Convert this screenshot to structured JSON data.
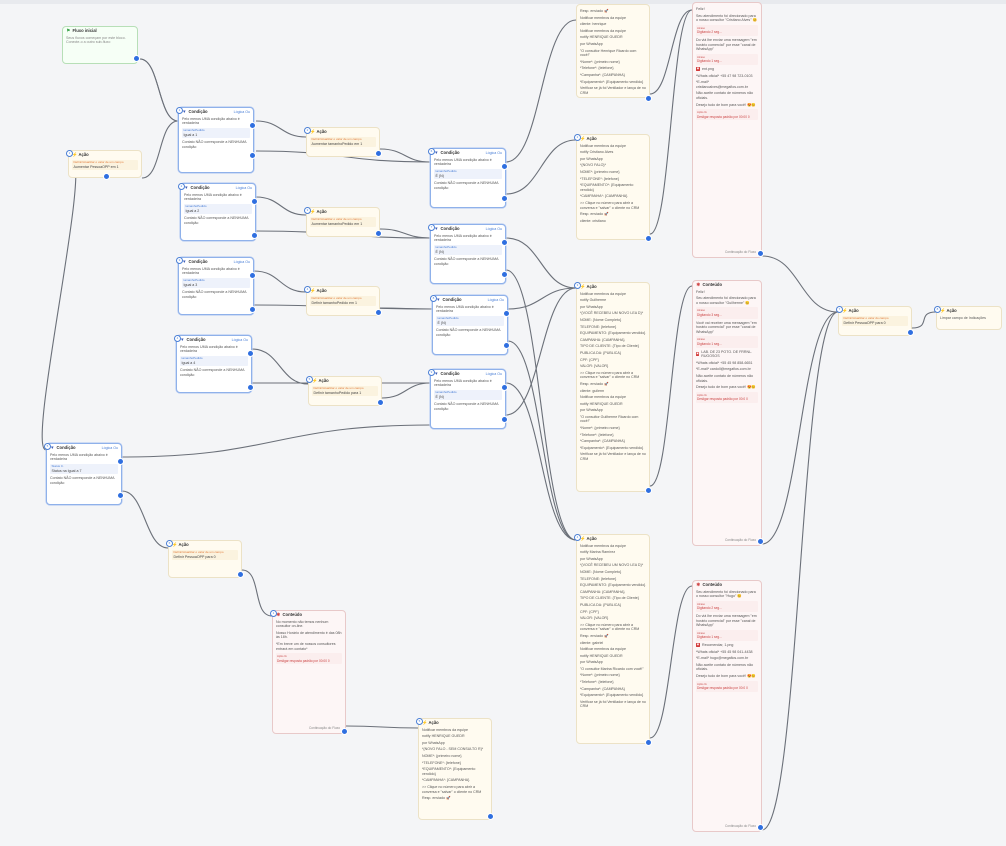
{
  "start": {
    "title": "Fluxo inicial",
    "desc": "Seus fluxos começam por este bloco. Conecte-o a outro sub-fluxo"
  },
  "conditions": [
    {
      "num": "1",
      "title": "Condição",
      "logic": "Lógica Ou",
      "line": "Pelo menos UMA condição abaixo é verdadeira",
      "key": "tamanhoPedido",
      "val": "Igual a 1",
      "no": "Contato NÃO corresponde a NENHUMA condição"
    },
    {
      "num": "2",
      "title": "Condição",
      "logic": "Lógica Ou",
      "line": "Pelo menos UMA condição abaixo é verdadeira",
      "key": "tamanhoPedido",
      "val": "Igual a 2",
      "no": "Contato NÃO corresponde a NENHUMA condição"
    },
    {
      "num": "3",
      "title": "Condição",
      "logic": "Lógica Ou",
      "line": "Pelo menos UMA condição abaixo é verdadeira",
      "key": "tamanhoPedido",
      "val": "Igual a 3",
      "no": "Contato NÃO corresponde a NENHUMA condição"
    },
    {
      "num": "4",
      "title": "Condição",
      "logic": "Lógica Ou",
      "line": "Pelo menos UMA condição abaixo é verdadeira",
      "key": "tamanhoPedido",
      "val": "Igual a 4",
      "no": "Contato NÃO corresponde a NENHUMA condição"
    },
    {
      "num": "5",
      "title": "Condição",
      "logic": "Lógica Ou",
      "line": "Pelo menos UMA condição abaixo é verdadeira",
      "key": "Status C.",
      "val": "Status na Igual a 7",
      "no": "Contato NÃO corresponde a NENHUMA condição"
    },
    {
      "num": "6",
      "title": "Condição",
      "logic": "Lógica Ou",
      "line": "Pelo menos UMA condição abaixo é verdadeira",
      "key": "tamanhoPedido",
      "val": "É (N)",
      "no": "Contato NÃO corresponde a NENHUMA condição"
    },
    {
      "num": "7",
      "title": "Condição",
      "logic": "Lógica Ou",
      "line": "Pelo menos UMA condição abaixo é verdadeira",
      "key": "tamanhoPedido",
      "val": "É (N)",
      "no": "Contato NÃO corresponde a NENHUMA condição"
    },
    {
      "num": "8",
      "title": "Condição",
      "logic": "Lógica Ou",
      "line": "Pelo menos UMA condição abaixo é verdadeira",
      "key": "tamanhoPedido",
      "val": "É (N)",
      "no": "Contato NÃO corresponde a NENHUMA condição"
    },
    {
      "num": "9",
      "title": "Condição",
      "logic": "Lógica Ou",
      "line": "Pelo menos UMA condição abaixo é verdadeira",
      "key": "tamanhoPedido",
      "val": "É (N)",
      "no": "Contato NÃO corresponde a NENHUMA condição"
    }
  ],
  "actions": [
    {
      "num": "1",
      "title": "Ação",
      "key": "Definir/Atualizar o valor de um campo",
      "val": "Aumentar PessoaOPP em 1"
    },
    {
      "num": "2",
      "title": "Ação",
      "key": "Definir/Atualizar o valor de um campo",
      "val": "Aumentar tamanhoPedido em 1"
    },
    {
      "num": "3",
      "title": "Ação",
      "key": "Definir/Atualizar o valor de um campo",
      "val": "Aumentar tamanhoPedido em 1"
    },
    {
      "num": "4",
      "title": "Ação",
      "key": "Definir/Atualizar o valor de um campo",
      "val": "Definir tamanhoPedido em 1"
    },
    {
      "num": "5",
      "title": "Ação",
      "key": "Definir/Atualizar o valor de um campo",
      "val": "Definir tamanhoPedido para 1"
    },
    {
      "num": "6",
      "title": "Ação",
      "key": "Definir/Atualizar o valor de um campo",
      "val": "Definir PessoaOPP para 0"
    },
    {
      "num": "7",
      "title": "Ação",
      "key": "Definir/Atualizar o valor do campo",
      "val": "Definir PessoaOPP para 0"
    },
    {
      "num": "8",
      "title": "Ação",
      "key": "Limpar campo de Indicações",
      "val": ""
    }
  ],
  "big_actions": [
    {
      "num": "1",
      "title": "Ação",
      "lines": [
        "Resp. enviado 🚀",
        "Notificar membros da equipe",
        "cliente: henrique",
        "Notificar membros da equipe",
        "notify HENRIQUE GUEDR",
        "por WhatsApp",
        "\"O consultor Henrique Ricardo com você!\"",
        "*Nome*: {primeiro nome}",
        "*Telefone*: {telefone}",
        "*Campanha*: {CAMPANHA}",
        "*Equipamento*: {Equipamento vendido}",
        "Verificar se já foi Ventilador e lança de no CRM"
      ]
    },
    {
      "num": "2",
      "title": "Ação",
      "lines": [
        "Notificar membros da equipe",
        "notify Cristiano Alves",
        "por WhatsApp",
        "*{NOVO FALO}*",
        "NOME*: {primeiro nome}",
        "*TELEFONE*: {telefone}",
        "*EQUIPAMENTO*: {Equipamento vendido}",
        "*CAMPANHA*: {CAMPANHA}",
        ">> Clique no número para abrir a conversa e \"salvar\" o cliente no CRM",
        "Resp. enviado 🚀",
        "cliente: cristiano"
      ]
    },
    {
      "num": "3",
      "title": "Ação",
      "lines": [
        "Notificar membros da equipe",
        "notify Guilherme",
        "por WhatsApp",
        "*{VOCÊ RECEBEU UM NOVO LEA D}*",
        "NOME: {Nome Completo}",
        "TELEFONE: {telefone}",
        "EQUIPAMENTO: {Equipamento vendido}",
        "CAMPANHA: {CAMPANHA}",
        "TIPO DE CLIENTE: {Tipo de Cliente}",
        "PUBLICA DA: {PUBLICA}",
        "CPF: {CPF}",
        "VALOR: {VALOR}",
        ">> Clique no número para abrir a conversa e \"salvar\" o cliente no CRM",
        "Resp. enviado 🚀",
        "cliente: guilerm",
        "Notificar membros da equipe",
        "notify HENRIQUE GUEDR",
        "por WhatsApp",
        "\"O consultor Guilherme Ricardo com você!\"",
        "*Nome*: {primeiro nome}",
        "*Telefone*: {telefone}",
        "*Campanha*: {CAMPANHA}",
        "*Equipamento*: {Equipamento vendido}",
        "Verificar se já foi Ventilador e lança de no CRM"
      ]
    },
    {
      "num": "4",
      "title": "Ação",
      "lines": [
        "Notificar membros da equipe",
        "notify Marina Ramírez",
        "por WhatsApp",
        "*{VOCÊ RECEBEU UM NOVO LEA D}*",
        "NOME: {Nome Completo}",
        "TELEFONE: {telefone}",
        "EQUIPAMENTO: {Equipamento vendido}",
        "CAMPANHA: {CAMPANHA}",
        "TIPO DE CLIENTE: {Tipo de Cliente}",
        "PUBLICA DA: {PUBLICA}",
        "CPF: {CPF}",
        "VALOR: {VALOR}",
        ">> Clique no número para abrir a conversa e \"salvar\" o cliente no CRM",
        "Resp. enviado 🚀",
        "cliente: gabriel",
        "Notificar membros da equipe",
        "notify HENRIQUE GUEDR",
        "por WhatsApp",
        "\"O consultor Marina Ricardo com você!\"",
        "*Nome*: {primeiro nome}",
        "*Telefone*: {telefone}",
        "*Campanha*: {CAMPANHA}",
        "*Equipamento*: {Equipamento vendido}",
        "Verificar se já foi Ventilador e lança de no CRM"
      ]
    },
    {
      "num": "5",
      "title": "Ação",
      "lines": [
        "Notificar membros da equipe",
        "notify HENRIQUE GUEDR",
        "por WhatsApp",
        "*{NOVO FALO - SEM CONSULTO R}*",
        "NOME*: {primeiro nome}",
        "*TELEFONE*: {telefone}",
        "*EQUIPAMENTO*: {Equipamento vendido}",
        "*CAMPANHA*: {CAMPANHA}",
        ">> Clique no número para abrir a conversa e \"salvar\" o cliente no CRM",
        "Resp. enviado 🚀"
      ]
    }
  ],
  "contents": [
    {
      "title": "Conteúdo",
      "items": [
        {
          "t": "txt",
          "v": "Feliz!"
        },
        {
          "t": "txt",
          "v": "Seu atendimento foi direcionado para o nosso consultor \"Cristiano Alves\" 😊"
        },
        {
          "t": "bub",
          "k": "Atraso",
          "v": "Digitando 2 seg..."
        },
        {
          "t": "txt",
          "v": "Do viá lhe enviar uma mensagem \"em horário comercial\" por esse \"canal de WhatsApp\""
        },
        {
          "t": "bub",
          "k": "Atraso",
          "v": "Digitando 1 seg..."
        },
        {
          "t": "pdf",
          "v": "ent.png"
        },
        {
          "t": "txt",
          "v": "*Whats oficial* +55 47 98 723-0103"
        },
        {
          "t": "txt",
          "v": "*E-mail* cristianoalves@megafios.com.br"
        },
        {
          "t": "txt",
          "v": "Não aceite contato de números não oficiais."
        },
        {
          "t": "txt",
          "v": "Desejo tudo de bom para você! 😍😊"
        },
        {
          "t": "bub",
          "k": "Ação IA",
          "v": "Desligar resposta padrão por 00:00 0"
        }
      ],
      "cont": "Continuação do Fluxo"
    },
    {
      "title": "Conteúdo",
      "items": [
        {
          "t": "txt",
          "v": "Feliz!"
        },
        {
          "t": "txt",
          "v": "Seu atendimento foi direcionado para o nosso consultor \"Guilherme\" 😊"
        },
        {
          "t": "bub",
          "k": "Atraso",
          "v": "Digitando 3 seg..."
        },
        {
          "t": "txt",
          "v": "Você vai receber uma mensagem \"em horário comercial\" por esse \"canal de WhatsApp\""
        },
        {
          "t": "bub",
          "k": "Atraso",
          "v": "Digitando 1 seg..."
        },
        {
          "t": "pdf",
          "v": "LAB. DE 23 POTO. DE FRRNL. RUGOSOS"
        },
        {
          "t": "txt",
          "v": "*Whats oficial* +55 45 98 858-6651"
        },
        {
          "t": "txt",
          "v": "*E-mail* cardoll@megafios.com.br"
        },
        {
          "t": "txt",
          "v": "Não aceite contato de números não oficiais."
        },
        {
          "t": "txt",
          "v": "Desejo tudo de bom para você! 😍😊"
        },
        {
          "t": "bub",
          "k": "Ação IA",
          "v": "Desligar resposta padrão por 00:0 0"
        }
      ],
      "cont": "Continuação do Fluxo"
    },
    {
      "title": "Conteúdo",
      "items": [
        {
          "t": "txt",
          "v": "Seu atendimento foi direcionado para o nosso consultor \"Hugo\" 😊"
        },
        {
          "t": "bub",
          "k": "Atraso",
          "v": "Digitando 2 seg..."
        },
        {
          "t": "txt",
          "v": "Do viá lhe enviar uma mensagem \"em horário comercial\" por esse \"canal de WhatsApp\""
        },
        {
          "t": "bub",
          "k": "Atraso",
          "v": "Digitando 1 seg..."
        },
        {
          "t": "pdf",
          "v": "Recomendar, 1.png"
        },
        {
          "t": "txt",
          "v": "*Whats oficial* +55 45 98 041-4438"
        },
        {
          "t": "txt",
          "v": "*E-mail* hugo@megafios.com.br"
        },
        {
          "t": "txt",
          "v": "Não aceite contato de números não oficiais."
        },
        {
          "t": "txt",
          "v": "Desejo tudo de bom para você! 😍😊"
        },
        {
          "t": "bub",
          "k": "Ação IA",
          "v": "Desligar resposta padrão por 00:0 0"
        }
      ],
      "cont": "Continuação do Fluxo"
    },
    {
      "title": "Conteúdo",
      "items": [
        {
          "t": "txt",
          "v": "No momento não temos nenhum consultor on-line."
        },
        {
          "t": "txt",
          "v": "Nosso Horário de atendimento é das 08h às 18h."
        },
        {
          "t": "txt",
          "v": "*Em breve um de nossos consultores entrará em contato*"
        },
        {
          "t": "bub",
          "k": "Ação IA",
          "v": "Desligar resposta padrão por 00:00 0"
        }
      ],
      "cont": "Continuação do Fluxo"
    }
  ]
}
